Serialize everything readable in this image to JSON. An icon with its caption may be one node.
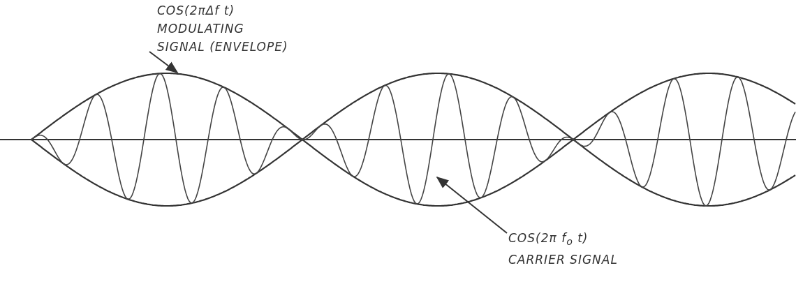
{
  "diagram": {
    "nodes": [
      {
        "text": [
          "COS(2πΔf t)",
          "MODULATING SIGNAL (ENVELOPE)"
        ]
      },
      {
        "text": [],
        "shape": "curve"
      },
      {
        "text": [
          "COS(2π f$_{o}$ t)",
          "CARRIER SIGNAL"
        ]
      },
      {
        "text": [],
        "shape": "curve"
      }
    ],
    "edges": [
      {
        "from": 0,
        "to": 1,
        "arrow": "to"
      },
      {
        "from": 2,
        "to": 3,
        "arrow": "to"
      }
    ]
  }
}
